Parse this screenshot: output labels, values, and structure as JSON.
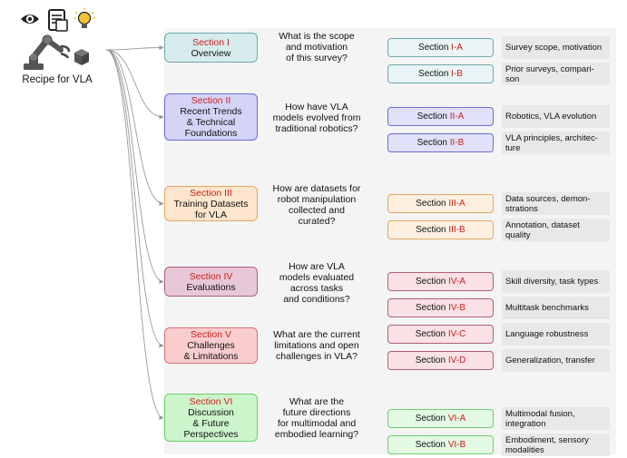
{
  "root": {
    "label": "Recipe for VLA",
    "icons": [
      "eye-icon",
      "document-icon",
      "lightbulb-icon",
      "robot-arm-icon"
    ]
  },
  "sections": [
    {
      "id": "I",
      "title": "Section I",
      "lines": [
        "Overview"
      ],
      "question": [
        "What is the scope",
        "and motivation",
        "of this survey?"
      ],
      "fill": "#d6eced",
      "border": "#6fa8ad",
      "subs": [
        {
          "prefix": "Section ",
          "num": "I-A",
          "desc": [
            "Survey scope, motivation"
          ]
        },
        {
          "prefix": "Section ",
          "num": "I-B",
          "desc": [
            "Prior surveys, compari-",
            "son"
          ]
        }
      ]
    },
    {
      "id": "II",
      "title": "Section II",
      "lines": [
        "Recent Trends",
        "& Technical",
        "Foundations"
      ],
      "question": [
        "How have VLA",
        "models evolved from",
        "traditional robotics?"
      ],
      "fill": "#d4d4f7",
      "border": "#6b6bd6",
      "subs": [
        {
          "prefix": "Section ",
          "num": "II-A",
          "desc": [
            "Robotics, VLA evolution"
          ]
        },
        {
          "prefix": "Section ",
          "num": "II-B",
          "desc": [
            "VLA principles, architec-",
            "ture"
          ]
        }
      ]
    },
    {
      "id": "III",
      "title": "Section III",
      "lines": [
        "Training Datasets",
        "for VLA"
      ],
      "question": [
        "How are datasets for",
        "robot manipulation",
        "collected and",
        "curated?"
      ],
      "fill": "#fde6cd",
      "border": "#e2a864",
      "subs": [
        {
          "prefix": "Section ",
          "num": "III-A",
          "desc": [
            "Data sources, demon-",
            "strations"
          ]
        },
        {
          "prefix": "Section ",
          "num": "III-B",
          "desc": [
            "Annotation, dataset",
            "quality"
          ]
        }
      ]
    },
    {
      "id": "IV",
      "title": "Section IV",
      "lines": [
        "Evaluations"
      ],
      "question": [
        "How are VLA",
        "models evaluated",
        "across tasks",
        "and conditions?"
      ],
      "fill": "#e8c8d8",
      "border": "#b0607e",
      "subs": [
        {
          "prefix": "Section ",
          "num": "IV-A",
          "desc": [
            "Skill diversity, task types"
          ]
        },
        {
          "prefix": "Section ",
          "num": "IV-B",
          "desc": [
            "Multitask benchmarks"
          ]
        },
        {
          "prefix": "Section ",
          "num": "IV-C",
          "desc": [
            "Language robustness"
          ]
        },
        {
          "prefix": "Section ",
          "num": "IV-D",
          "desc": [
            "Generalization, transfer"
          ]
        }
      ]
    },
    {
      "id": "V",
      "title": "Section V",
      "lines": [
        "Challenges",
        "& Limitations"
      ],
      "question": [
        "What are the current",
        "limitations and open",
        "challenges in VLA?"
      ],
      "fill": "#f9cdcd",
      "border": "#d97070"
    },
    {
      "id": "VI",
      "title": "Section VI",
      "lines": [
        "Discussion",
        "& Future",
        "Perspectives"
      ],
      "question": [
        "What are the",
        "future directions",
        "for multimodal and",
        "embodied learning?"
      ],
      "fill": "#ccf5cc",
      "border": "#6ccf6c",
      "subs": [
        {
          "prefix": "Section ",
          "num": "VI-A",
          "desc": [
            "Multimodal fusion,",
            "integration"
          ]
        },
        {
          "prefix": "Section ",
          "num": "VI-B",
          "desc": [
            "Embodiment, sensory",
            "modalities"
          ]
        }
      ]
    }
  ]
}
